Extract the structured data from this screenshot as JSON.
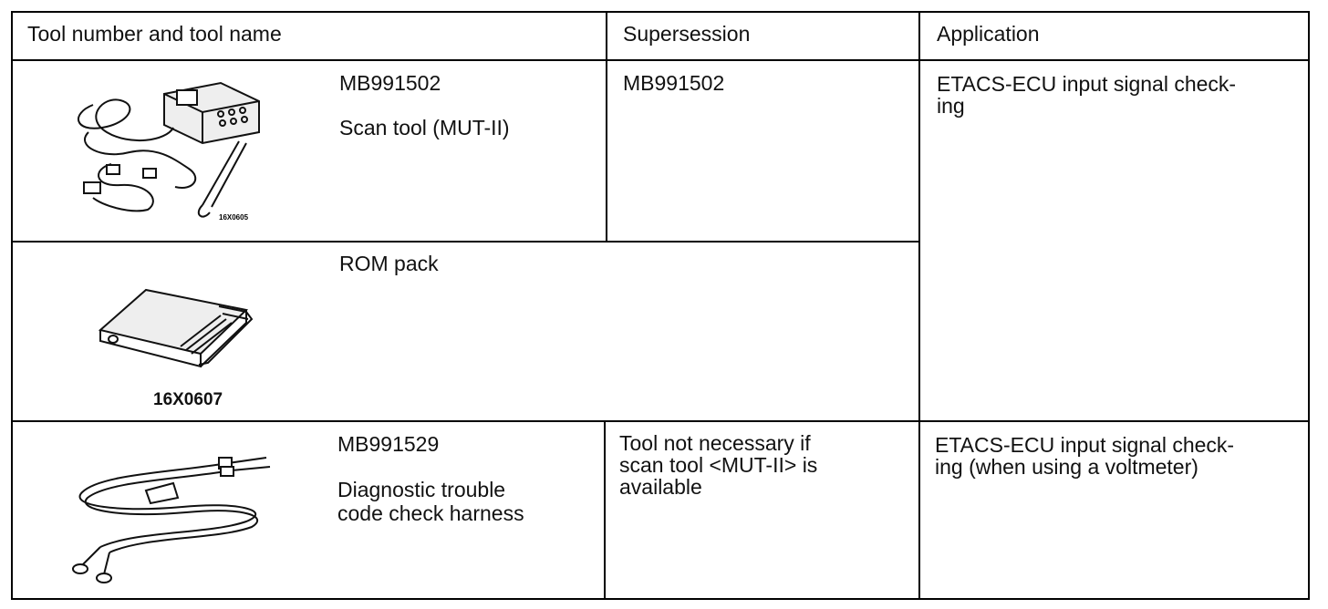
{
  "table": {
    "headers": {
      "tool": "Tool number and tool name",
      "supersession": "Supersession",
      "application": "Application"
    },
    "rows": [
      {
        "tool_number": "MB991502",
        "tool_name": "Scan tool (MUT-II)",
        "supersession": "MB991502",
        "application": "ETACS-ECU input signal check-\ning",
        "illustration": "scan-tool-kit",
        "illustration_code": "16X0605"
      },
      {
        "tool_name": "ROM pack",
        "illustration": "rom-pack",
        "illustration_code": "16X0607"
      },
      {
        "tool_number": "MB991529",
        "tool_name": "Diagnostic trouble\ncode check harness",
        "supersession": "Tool not necessary if\nscan tool <MUT-II> is\navailable",
        "application": "ETACS-ECU input signal check-\ning (when using a voltmeter)",
        "illustration": "harness-cable"
      }
    ]
  }
}
